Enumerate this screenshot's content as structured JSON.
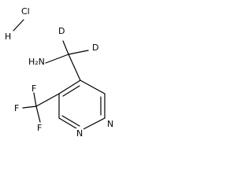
{
  "molecule": {
    "salt": {
      "cl": "Cl",
      "h": "H"
    },
    "amine": "H₂N",
    "deuterium_left": "D",
    "deuterium_right": "D",
    "fluorines": [
      "F",
      "F",
      "F"
    ],
    "ring_nitrogens": [
      "N",
      "N"
    ]
  }
}
